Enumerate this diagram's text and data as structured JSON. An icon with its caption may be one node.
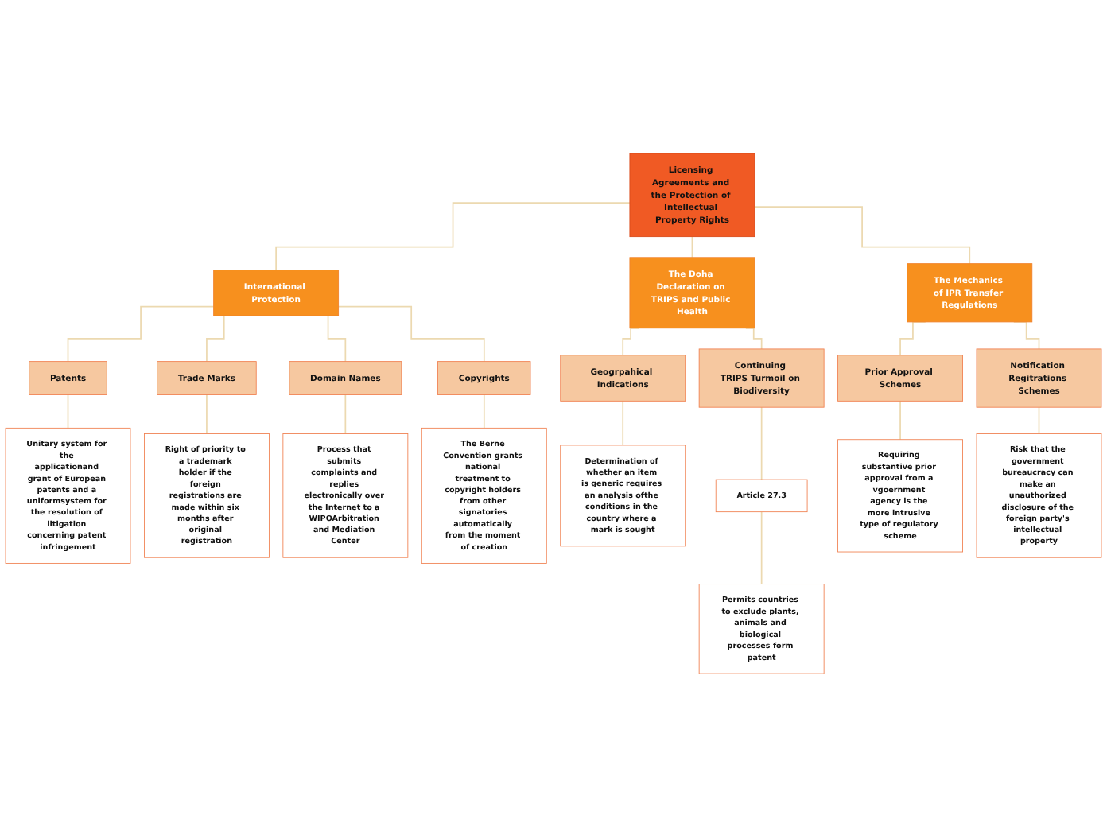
{
  "diagram": {
    "nodes": [
      {
        "text": [
          "Licensing Agreements and the Protection of Intellectual Property Rights"
        ]
      },
      {
        "text": [
          "International Protection"
        ]
      },
      {
        "text": [
          "Patents"
        ]
      },
      {
        "text": [
          "Unitary system for the applicationand grant of European patents and a uniformsystem for the resolution of litigation concerning patent infringement"
        ]
      },
      {
        "text": [
          "Trade Marks"
        ]
      },
      {
        "text": [
          "Right of priority to a trademark holder if the foreign registrations are made within six months after original registration"
        ]
      },
      {
        "text": [
          "Domain Names"
        ]
      },
      {
        "text": [
          "Process that submits complaints and replies electronically over the Internet to a WIPOArbitration and Mediation Center"
        ]
      },
      {
        "text": [
          "Copyrights"
        ]
      },
      {
        "text": [
          "The Berne Convention grants national treatment to copyright holders from other signatories automatically from the moment of creation"
        ]
      },
      {
        "text": [
          "The Doha Declaration on TRIPS and Public Health"
        ]
      },
      {
        "text": [
          "Geogrpahical Indications"
        ]
      },
      {
        "text": [
          "Determination of whether an item is generic requires an analysis ofthe conditions in the country where a mark is sought"
        ]
      },
      {
        "text": [
          "Continuing TRIPS Turmoil on Biodiversity"
        ]
      },
      {
        "text": [
          "Article 27.3"
        ]
      },
      {
        "text": [
          "Permits countries to exclude plants, animals and biological processes form patent"
        ]
      },
      {
        "text": [
          "The Mechanics of IPR Transfer Regulations"
        ]
      },
      {
        "text": [
          "Prior Approval Schemes"
        ]
      },
      {
        "text": [
          "Requiring substantive prior approval from a vgoernment agency is the more intrusive type of regulatory scheme"
        ]
      },
      {
        "text": [
          "Notification Regitrations Schemes"
        ]
      },
      {
        "text": [
          "Risk that the government bureaucracy can make an unauthorized disclosure of the foreign party's intellectual property"
        ]
      }
    ],
    "edges": [
      {
        "from": 0,
        "to": 1,
        "arrow": "none"
      },
      {
        "from": 0,
        "to": 10,
        "arrow": "none"
      },
      {
        "from": 0,
        "to": 16,
        "arrow": "none"
      },
      {
        "from": 1,
        "to": 2,
        "arrow": "none"
      },
      {
        "from": 1,
        "to": 4,
        "arrow": "none"
      },
      {
        "from": 1,
        "to": 6,
        "arrow": "none"
      },
      {
        "from": 1,
        "to": 8,
        "arrow": "none"
      },
      {
        "from": 2,
        "to": 3,
        "arrow": "none"
      },
      {
        "from": 4,
        "to": 5,
        "arrow": "none"
      },
      {
        "from": 6,
        "to": 7,
        "arrow": "none"
      },
      {
        "from": 8,
        "to": 9,
        "arrow": "none"
      },
      {
        "from": 10,
        "to": 11,
        "arrow": "none"
      },
      {
        "from": 10,
        "to": 13,
        "arrow": "none"
      },
      {
        "from": 11,
        "to": 12,
        "arrow": "none"
      },
      {
        "from": 13,
        "to": 14,
        "arrow": "none"
      },
      {
        "from": 14,
        "to": 15,
        "arrow": "none"
      },
      {
        "from": 16,
        "to": 17,
        "arrow": "none"
      },
      {
        "from": 16,
        "to": 19,
        "arrow": "none"
      },
      {
        "from": 17,
        "to": 18,
        "arrow": "none"
      },
      {
        "from": 19,
        "to": 20,
        "arrow": "none"
      }
    ]
  }
}
